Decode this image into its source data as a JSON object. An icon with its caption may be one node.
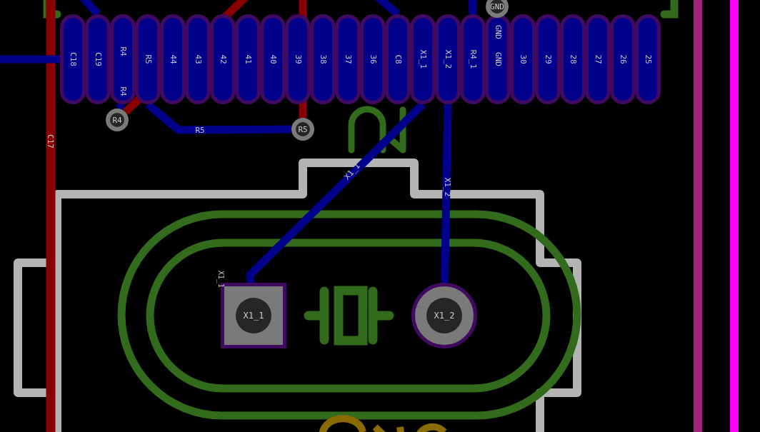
{
  "diagram": {
    "nodes": [
      {
        "text": [
          "C18"
        ]
      },
      {
        "text": [
          "C19"
        ]
      },
      {
        "text": [
          "R4",
          "R4"
        ]
      },
      {
        "text": [
          "R5"
        ]
      },
      {
        "text": [
          "44"
        ]
      },
      {
        "text": [
          "43"
        ]
      },
      {
        "text": [
          "42"
        ]
      },
      {
        "text": [
          "41"
        ]
      },
      {
        "text": [
          "40"
        ]
      },
      {
        "text": [
          "39"
        ]
      },
      {
        "text": [
          "38"
        ]
      },
      {
        "text": [
          "37"
        ]
      },
      {
        "text": [
          "36"
        ]
      },
      {
        "text": [
          "C8"
        ]
      },
      {
        "text": [
          "X1_1"
        ]
      },
      {
        "text": [
          "X1_2"
        ]
      },
      {
        "text": [
          "R4_1"
        ]
      },
      {
        "text": [
          "GND",
          "GND"
        ]
      },
      {
        "text": [
          "30"
        ]
      },
      {
        "text": [
          "29"
        ]
      },
      {
        "text": [
          "28"
        ]
      },
      {
        "text": [
          "27"
        ]
      },
      {
        "text": [
          "26"
        ]
      },
      {
        "text": [
          "25"
        ]
      },
      {
        "text": [
          "R4"
        ]
      },
      {
        "text": [
          "R5"
        ]
      },
      {
        "text": [
          "GND"
        ]
      },
      {
        "text": [
          "X1_1"
        ],
        "beside": [
          "X1_1"
        ]
      },
      {
        "text": [
          "X1_2"
        ]
      }
    ],
    "edges": [
      {
        "from": 2,
        "to": 24,
        "arrow": "none"
      },
      {
        "from": 24,
        "to": null,
        "arrow": "none",
        "color": "#880000"
      },
      {
        "from": 3,
        "to": 25,
        "arrow": "none",
        "label": "R5"
      },
      {
        "from": 25,
        "to": null,
        "arrow": "none",
        "color": "#880000"
      },
      {
        "from": 14,
        "to": 27,
        "arrow": "none",
        "label": "X1_1"
      },
      {
        "from": 15,
        "to": 28,
        "arrow": "none",
        "label": "X1_2"
      },
      {
        "from": 0,
        "to": null,
        "arrow": "none"
      },
      {
        "from": 1,
        "to": null,
        "arrow": "none"
      },
      {
        "from": 13,
        "to": null,
        "arrow": "none"
      },
      {
        "from": 16,
        "to": null,
        "arrow": "none"
      }
    ],
    "labels": [
      "C17"
    ]
  }
}
